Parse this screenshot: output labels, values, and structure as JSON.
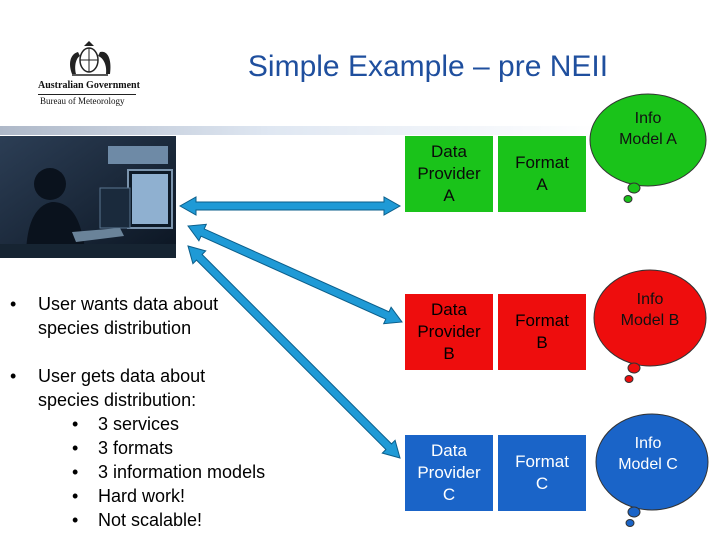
{
  "header": {
    "title": "Simple Example – pre NEII",
    "logo": {
      "line1": "Australian Government",
      "line2": "Bureau of Meteorology",
      "icon": "coat-of-arms-icon"
    }
  },
  "photo": {
    "icon": "user-at-computer-photo"
  },
  "providers": [
    {
      "provider": "Data\nProvider\nA",
      "format": "Format\nA",
      "model": "Info\nModel A",
      "color": "#1ac31a"
    },
    {
      "provider": "Data\nProvider\nB",
      "format": "Format\nB",
      "model": "Info\nModel B",
      "color": "#ee0d0d"
    },
    {
      "provider": "Data\nProvider\nC",
      "format": "Format\nC",
      "model": "Info\nModel C",
      "color": "#1a64c8"
    }
  ],
  "arrow_color": "#1f9ad6",
  "bullets": {
    "first": [
      "User wants data about",
      "species distribution"
    ],
    "second": [
      "User gets  data about",
      "species distribution:"
    ],
    "sub": [
      "3 services",
      "3 formats",
      "3 information models",
      "Hard work!",
      "Not scalable!"
    ],
    "marker": "•"
  }
}
